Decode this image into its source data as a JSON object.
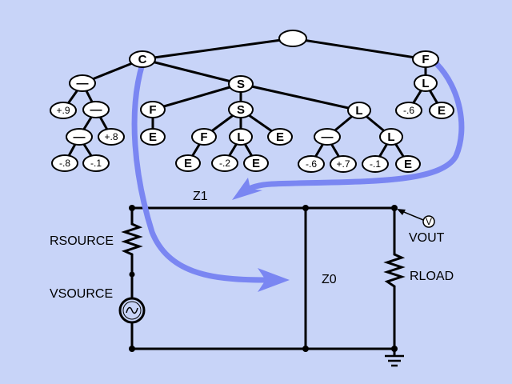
{
  "colors": {
    "background": "#c8d4f8",
    "arrow": "#7a86f2",
    "ink": "#000000",
    "node_fill": "#ffffff"
  },
  "tree": {
    "root": "",
    "n_c": "C",
    "n_f_top": "F",
    "n_l_top": "L",
    "n_l_top_left": "-.6",
    "n_l_top_right": "E",
    "n_minus1": "—",
    "n_plus9": "+.9",
    "n_minus2": "—",
    "n_minus3": "—",
    "n_plus8": "+.8",
    "n_neg8": "-.8",
    "n_neg1a": "-.1",
    "n_s1": "S",
    "n_f2": "F",
    "n_e2": "E",
    "n_s2": "S",
    "n_f3": "F",
    "n_e3": "E",
    "n_l2": "L",
    "n_neg2": "-.2",
    "n_e4": "E",
    "n_e5": "E",
    "n_l3": "L",
    "n_minus4": "—",
    "n_neg6b": "-.6",
    "n_plus7": "+.7",
    "n_l4": "L",
    "n_neg1b": "-.1",
    "n_e6": "E"
  },
  "circuit": {
    "z1": "Z1",
    "z0": "Z0",
    "rsource": "RSOURCE",
    "vsource": "VSOURCE",
    "rload": "RLOAD",
    "vout": "VOUT",
    "meter": "V"
  }
}
